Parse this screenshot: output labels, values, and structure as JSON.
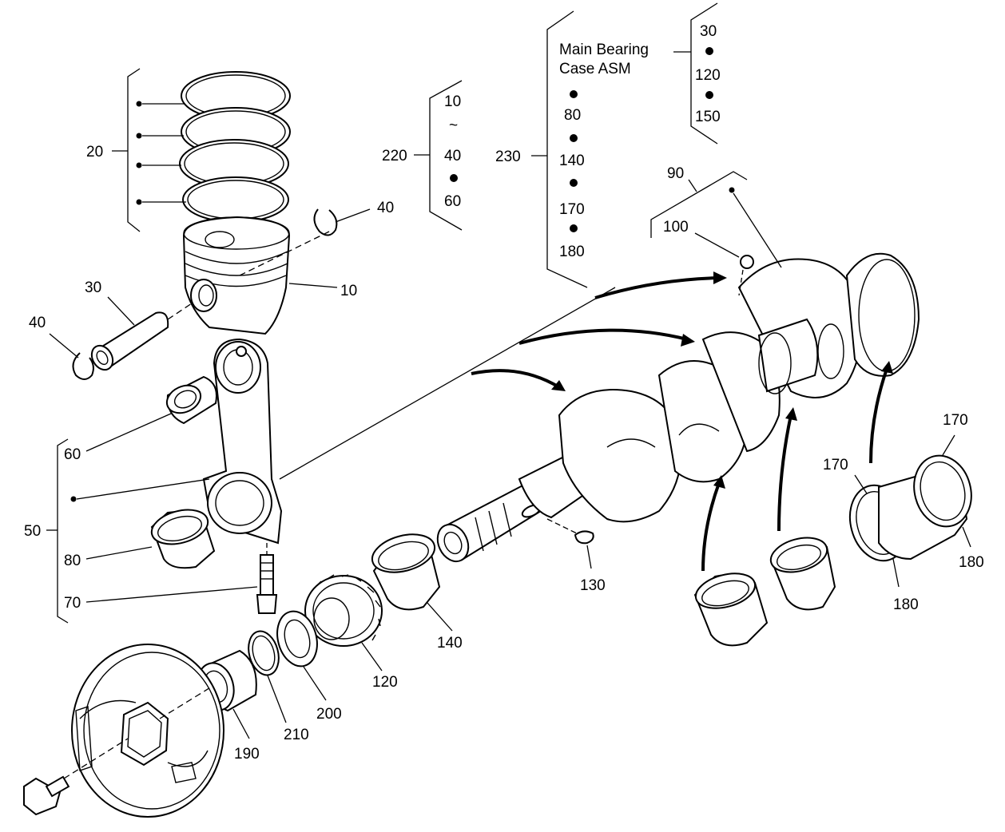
{
  "labels": {
    "p10": "10",
    "p20": "20",
    "p30": "30",
    "p40a": "40",
    "p40b": "40",
    "p50": "50",
    "p60": "60",
    "p70": "70",
    "p80": "80",
    "p90": "90",
    "p100": "100",
    "p120": "120",
    "p130": "130",
    "p140": "140",
    "p170a": "170",
    "p170b": "170",
    "p180a": "180",
    "p180b": "180",
    "p190": "190",
    "p200": "200",
    "p210": "210",
    "p220": "220",
    "p230": "230"
  },
  "group220": {
    "items": [
      "10",
      "~",
      "40",
      "60"
    ]
  },
  "group230": {
    "title_line1": "Main Bearing",
    "title_line2": "Case ASM",
    "items": [
      "80",
      "140",
      "170",
      "180"
    ]
  },
  "group_main_bearing": {
    "items": [
      "30",
      "120",
      "150"
    ]
  }
}
